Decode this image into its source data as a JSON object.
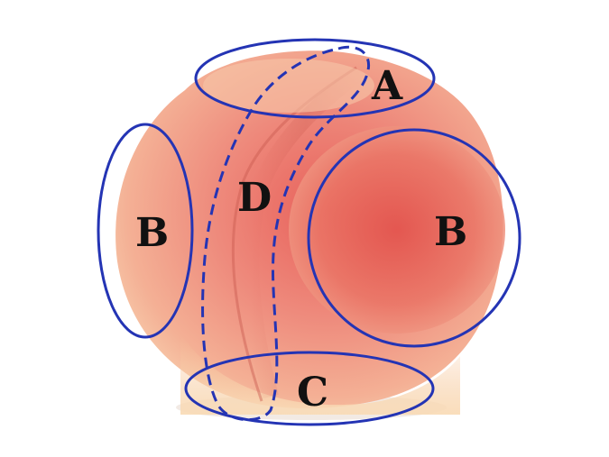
{
  "labels": {
    "a": "A",
    "b_left": "B",
    "b_right": "B",
    "c": "C",
    "d": "D"
  },
  "colors": {
    "outline": "#2434b4",
    "background": "#ffffff",
    "peach_highlight": "#f8cfae",
    "peach_mid": "#f09a86",
    "peach_deep": "#e0584d",
    "peach_base": "#f6c9a2"
  }
}
